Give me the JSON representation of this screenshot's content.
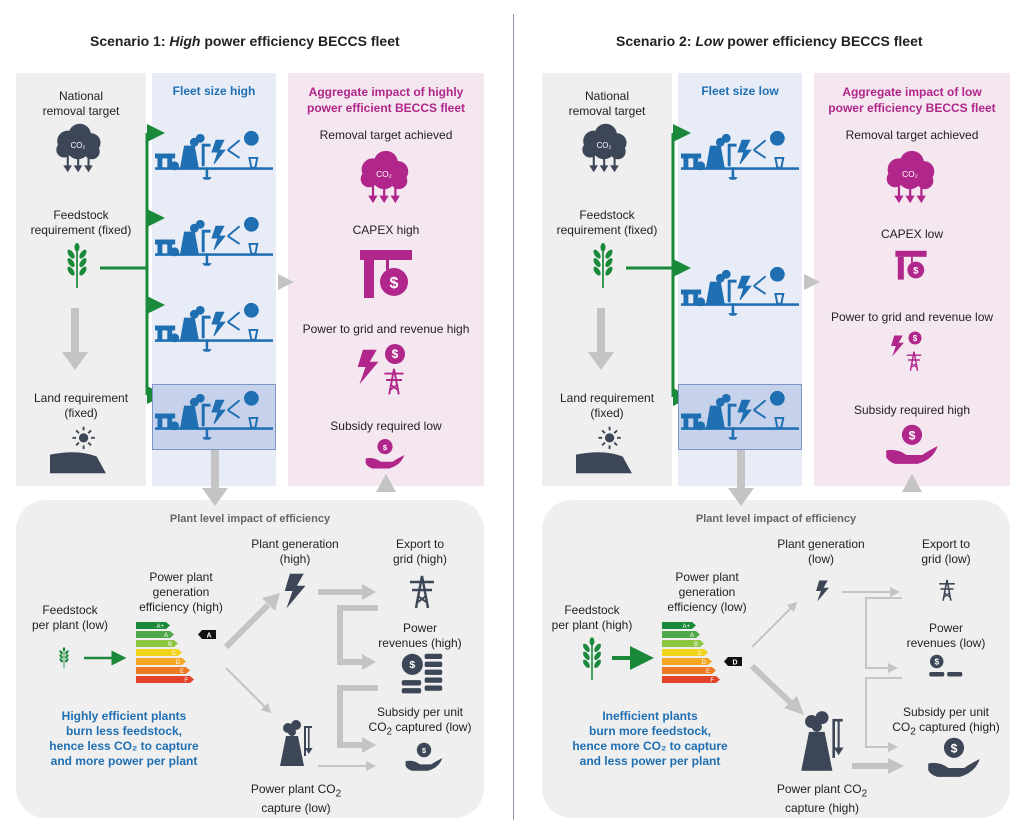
{
  "s1": {
    "title_pre": "Scenario 1: ",
    "title_em": "High",
    "title_post": " power efficiency BECCS fleet",
    "national": "National\nremoval target",
    "feedstock": "Feedstock\nrequirement (fixed)",
    "land": "Land requirement\n(fixed)",
    "fleet_header": "Fleet size high",
    "agg_header": "Aggregate impact of highly\npower efficient BECCS fleet",
    "agg_items": [
      "Removal target achieved",
      "CAPEX high",
      "Power to grid and revenue high",
      "Subsidy required low"
    ],
    "plant_title": "Plant level impact of efficiency",
    "feed_plant": "Feedstock\nper plant (low)",
    "eff_label": "Power plant\ngeneration\nefficiency (high)",
    "rating": "A",
    "gen": "Plant generation\n(high)",
    "export": "Export to\ngrid (high)",
    "revenue": "Power\nrevenues (high)",
    "subsidy_pre": "Subsidy per unit\nCO",
    "subsidy_post": " captured (low)",
    "capture_pre": "Power plant CO",
    "capture_post": "\ncapture (low)",
    "note": "Highly efficient plants\nburn less feedstock,\nhence less CO₂ to capture\nand more power per plant"
  },
  "s2": {
    "title_pre": "Scenario 2: ",
    "title_em": "Low",
    "title_post": " power efficiency BECCS fleet",
    "national": "National\nremoval target",
    "feedstock": "Feedstock\nrequirement (fixed)",
    "land": "Land requirement\n(fixed)",
    "fleet_header": "Fleet size low",
    "agg_header": "Aggregate impact of low\npower efficiency BECCS fleet",
    "agg_items": [
      "Removal target achieved",
      "CAPEX low",
      "Power to grid and revenue low",
      "Subsidy required high"
    ],
    "plant_title": "Plant level impact of efficiency",
    "feed_plant": "Feedstock\nper plant (high)",
    "eff_label": "Power plant\ngeneration\nefficiency (low)",
    "rating": "D",
    "gen": "Plant generation\n(low)",
    "export": "Export to\ngrid (low)",
    "revenue": "Power\nrevenues (low)",
    "subsidy_pre": "Subsidy per unit\nCO",
    "subsidy_post": " captured (high)",
    "capture_pre": "Power plant CO",
    "capture_post": "\ncapture (high)",
    "note": "Inefficient plants\nburn more feedstock,\nhence more CO₂ to capture\nand less power per plant"
  },
  "energy_labels": [
    "A+",
    "A",
    "B",
    "C",
    "D",
    "E",
    "F"
  ],
  "co2_icon_text": "CO₂",
  "colors": {
    "green": "#1a8a3a",
    "blue": "#1f6fb2",
    "magenta": "#b0268a",
    "slate": "#3d4656",
    "grey_arrow": "#c4c4c4"
  },
  "icons": [
    "co2-cloud-icon",
    "wheat-icon",
    "sun-land-icon",
    "beccs-plant-icon",
    "crane-capex-icon",
    "power-pylon-icon",
    "hand-coin-icon",
    "lightning-icon",
    "coins-stack-icon",
    "smokestack-icon",
    "energy-rating-icon"
  ]
}
